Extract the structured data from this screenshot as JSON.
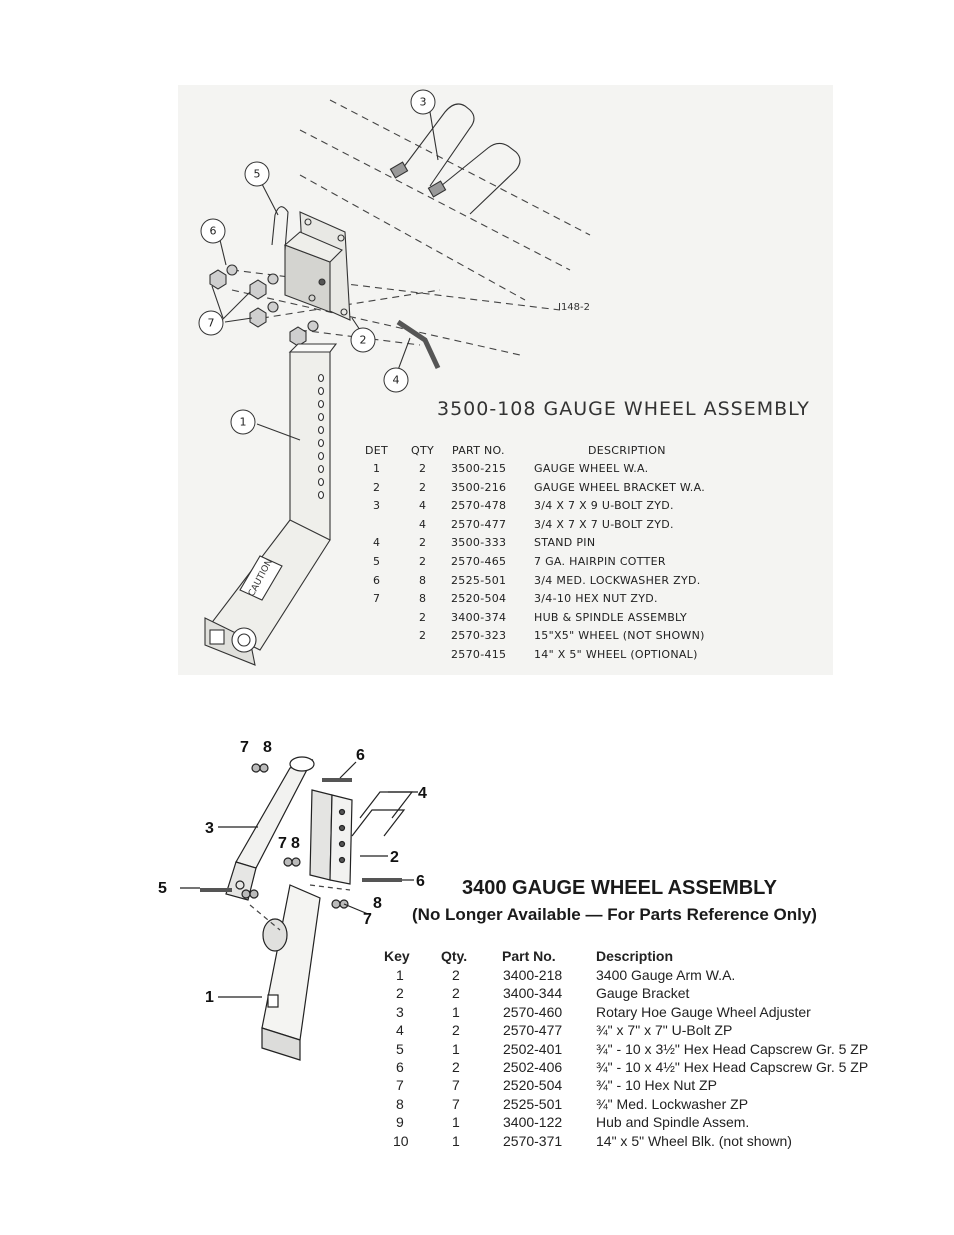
{
  "gauge_3500": {
    "drawing_id": "I148-2",
    "title": "3500-108 GAUGE WHEEL ASSEMBLY",
    "callouts": [
      "1",
      "2",
      "3",
      "4",
      "5",
      "6",
      "7"
    ],
    "caution_label": "CAUTION",
    "headers": {
      "det": "DET",
      "qty": "QTY",
      "part": "PART NO.",
      "desc": "DESCRIPTION"
    },
    "rows": [
      {
        "det": "1",
        "qty": "2",
        "part": "3500-215",
        "desc": "GAUGE WHEEL W.A."
      },
      {
        "det": "2",
        "qty": "2",
        "part": "3500-216",
        "desc": "GAUGE WHEEL BRACKET W.A."
      },
      {
        "det": "3",
        "qty": "4",
        "part": "2570-478",
        "desc": "3/4 X 7 X 9 U-BOLT ZYD."
      },
      {
        "det": "",
        "qty": "4",
        "part": "2570-477",
        "desc": "3/4 X 7 X 7 U-BOLT ZYD."
      },
      {
        "det": "4",
        "qty": "2",
        "part": "3500-333",
        "desc": "STAND PIN"
      },
      {
        "det": "5",
        "qty": "2",
        "part": "2570-465",
        "desc": "7 GA. HAIRPIN COTTER"
      },
      {
        "det": "6",
        "qty": "8",
        "part": "2525-501",
        "desc": "3/4 MED. LOCKWASHER ZYD."
      },
      {
        "det": "7",
        "qty": "8",
        "part": "2520-504",
        "desc": "3/4-10 HEX NUT ZYD."
      },
      {
        "det": "",
        "qty": "2",
        "part": "3400-374",
        "desc": "HUB & SPINDLE ASSEMBLY"
      },
      {
        "det": "",
        "qty": "2",
        "part": "2570-323",
        "desc": "15\"X5\" WHEEL (NOT SHOWN)"
      },
      {
        "det": "",
        "qty": "",
        "part": "2570-415",
        "desc": "14\" X 5\" WHEEL (OPTIONAL)"
      }
    ]
  },
  "gauge_3400": {
    "title": "3400 GAUGE WHEEL ASSEMBLY",
    "subtitle": "(No Longer Available — For Parts Reference Only)",
    "callouts": {
      "c7a": "7",
      "c8a": "8",
      "c6a": "6",
      "c4": "4",
      "c3": "3",
      "c7b": "7",
      "c8b": "8",
      "c2": "2",
      "c6b": "6",
      "c5": "5",
      "c8c": "8",
      "c7c": "7",
      "c1": "1"
    },
    "headers": {
      "key": "Key",
      "qty": "Qty.",
      "part": "Part No.",
      "desc": "Description"
    },
    "rows": [
      {
        "key": "1",
        "qty": "2",
        "part": "3400-218",
        "desc": "3400 Gauge Arm W.A."
      },
      {
        "key": "2",
        "qty": "2",
        "part": "3400-344",
        "desc": "Gauge Bracket"
      },
      {
        "key": "3",
        "qty": "1",
        "part": "2570-460",
        "desc": "Rotary Hoe Gauge Wheel Adjuster"
      },
      {
        "key": "4",
        "qty": "2",
        "part": "2570-477",
        "desc": "¾\" x 7\" x 7\" U-Bolt ZP"
      },
      {
        "key": "5",
        "qty": "1",
        "part": "2502-401",
        "desc": "¾\" - 10 x 3½\" Hex Head Capscrew Gr. 5 ZP"
      },
      {
        "key": "6",
        "qty": "2",
        "part": "2502-406",
        "desc": "¾\" - 10 x 4½\" Hex Head Capscrew Gr. 5 ZP"
      },
      {
        "key": "7",
        "qty": "7",
        "part": "2520-504",
        "desc": "¾\" - 10 Hex Nut ZP"
      },
      {
        "key": "8",
        "qty": "7",
        "part": "2525-501",
        "desc": "¾\" Med. Lockwasher ZP"
      },
      {
        "key": "9",
        "qty": "1",
        "part": "3400-122",
        "desc": "Hub and Spindle Assem."
      },
      {
        "key": "10",
        "qty": "1",
        "part": "2570-371",
        "desc": "14\" x 5\" Wheel Blk. (not shown)"
      }
    ]
  }
}
